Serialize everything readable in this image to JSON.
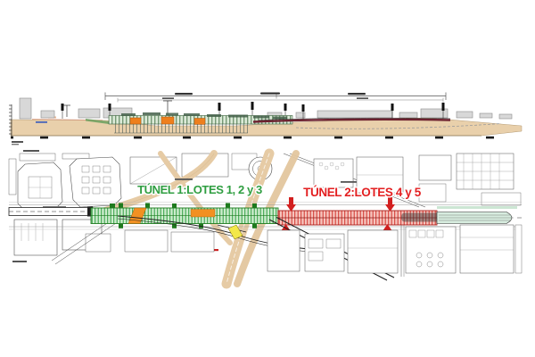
{
  "drawing": {
    "description": "Tunnel construction project drawing: longitudinal elevation section (top) and plan map (bottom)",
    "elevation": {
      "ground_color": "#e9d0ab",
      "station_green": "#3a6b3d",
      "highlight_orange": "#ee7f1d",
      "tunnel_profile_color": "#6d2230",
      "building_gray": "#d8d8d8"
    },
    "plan": {
      "tunnel1_label": {
        "text": "TÚNEL 1:LOTES 1, 2 y 3",
        "color": "#2f9e41"
      },
      "tunnel2_label": {
        "text": "TÚNEL 2:LOTES 4 y 5",
        "color": "#e32022"
      },
      "band1_fill": "#cdeccd",
      "band1_hatch": "#2f9e41",
      "band2_fill": "#f6c4bd",
      "band2_hatch": "#d2342c",
      "highlight_orange": "#f29022",
      "highlight_yellow": "#f3e84a",
      "ramp_tan": "#e6cba5",
      "teal_fill": "#d7ecdf"
    }
  }
}
